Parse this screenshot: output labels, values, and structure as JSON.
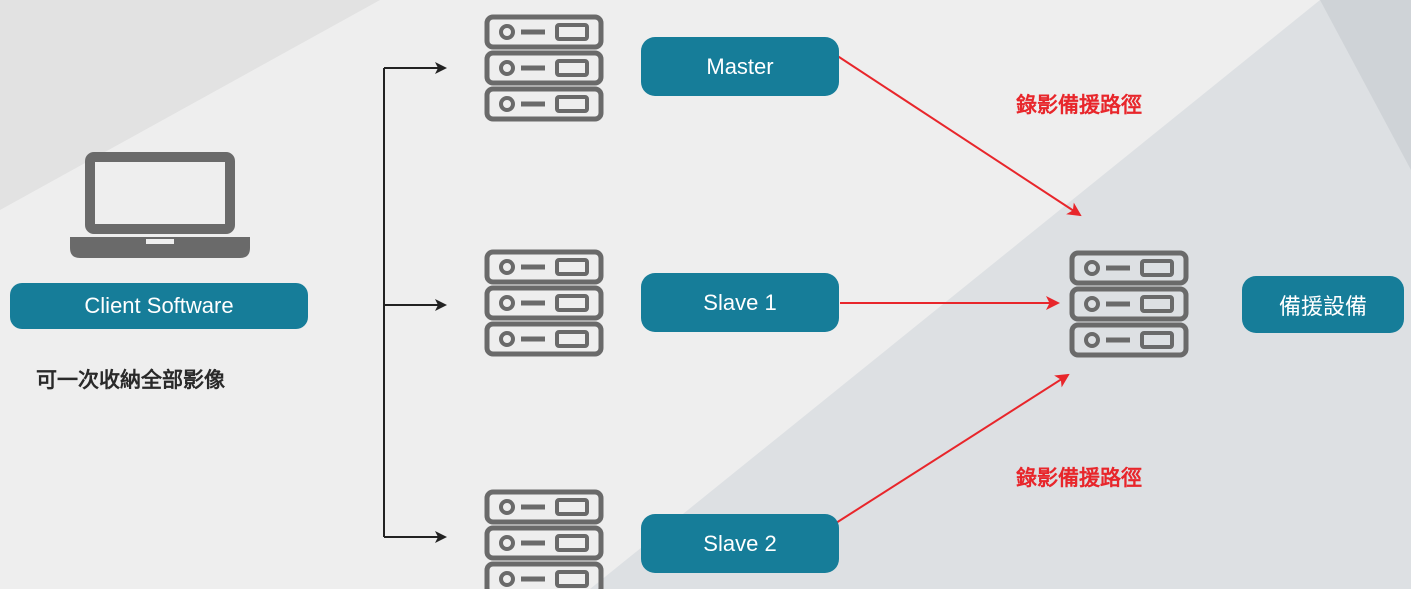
{
  "colors": {
    "accent": "#167d99",
    "backup_path": "#e8262b",
    "connector": "#222222",
    "icon_stroke": "#6a6a6a",
    "caption_text": "#2a2a2a"
  },
  "client": {
    "icon": "laptop-icon",
    "label": "Client Software",
    "caption": "可一次收納全部影像"
  },
  "servers": [
    {
      "icon": "server-rack-icon",
      "label": "Master"
    },
    {
      "icon": "server-rack-icon",
      "label": "Slave 1"
    },
    {
      "icon": "server-rack-icon",
      "label": "Slave 2"
    }
  ],
  "backup_device": {
    "icon": "server-rack-icon",
    "label": "備援設備"
  },
  "backup_path_labels": [
    "錄影備援路徑",
    "錄影備援路徑"
  ]
}
